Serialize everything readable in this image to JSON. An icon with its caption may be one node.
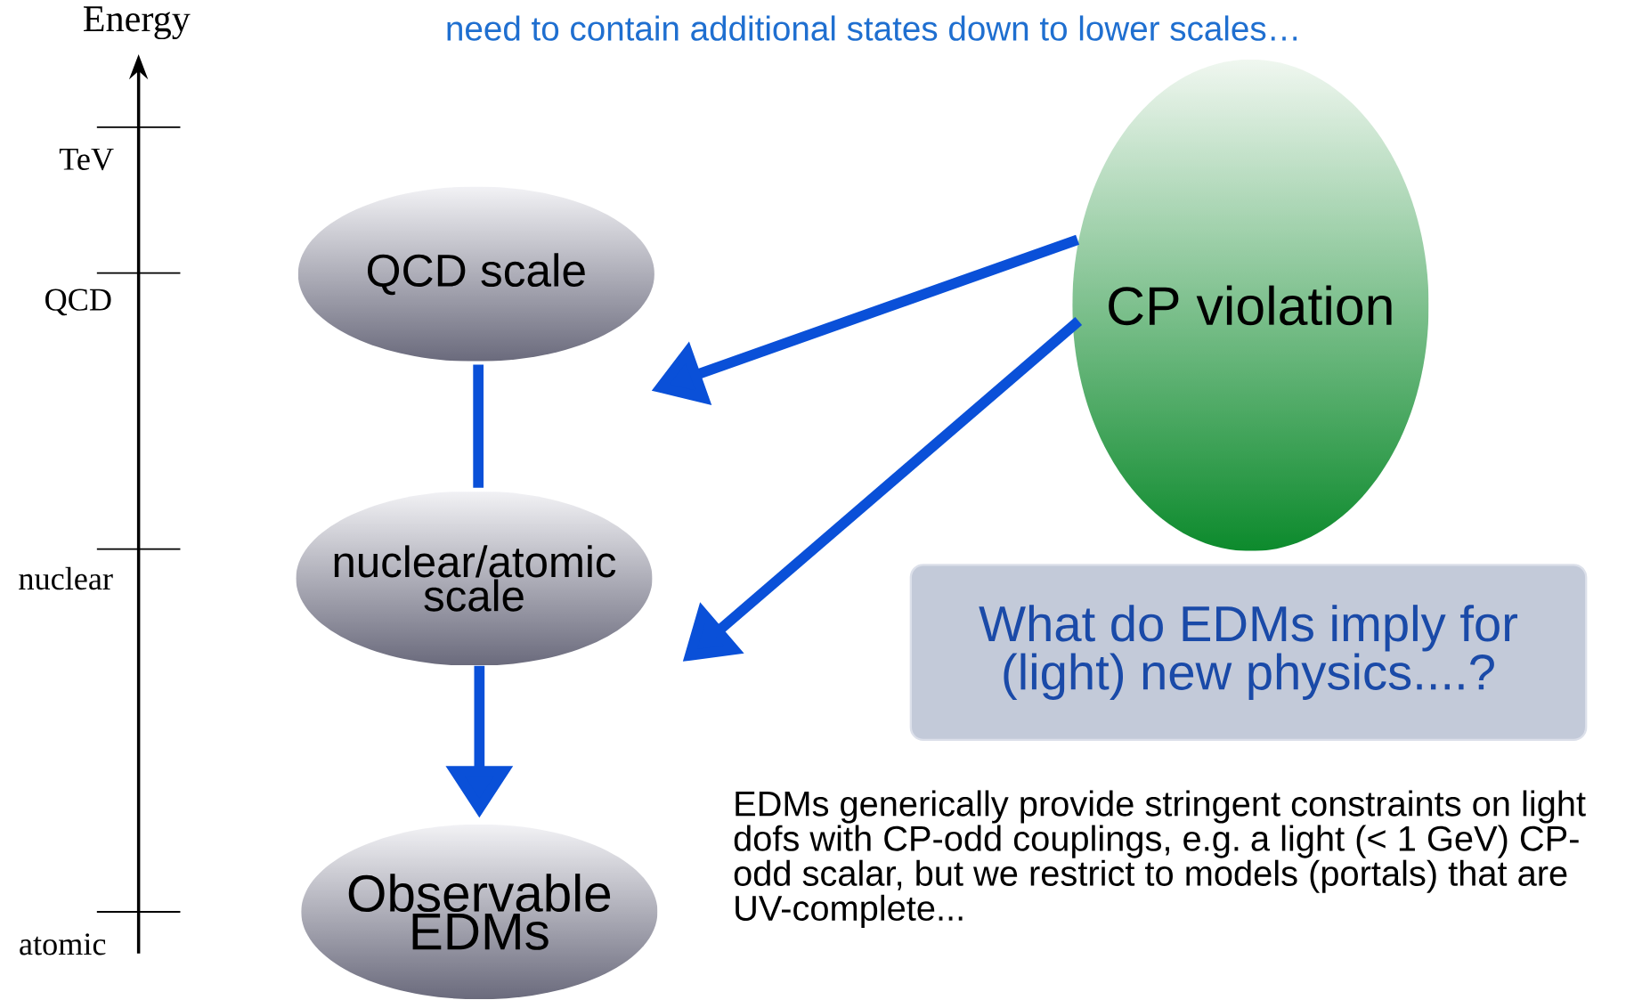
{
  "diagram": {
    "title": "need to contain additional states down to lower scales…",
    "nodes": [
      {
        "text": [
          "QCD scale"
        ]
      },
      {
        "text": [
          "nuclear/atomic scale"
        ]
      },
      {
        "text": [
          "Observable EDMs"
        ]
      },
      {
        "text": [
          "CP violation"
        ]
      },
      {
        "text": [
          "What do EDMs imply for (light) new physics....?"
        ]
      }
    ],
    "edges": [
      {
        "from": 3,
        "to": 0,
        "arrow": "to"
      },
      {
        "from": 3,
        "to": 1,
        "arrow": "to"
      },
      {
        "from": 0,
        "to": 1,
        "arrow": "none"
      },
      {
        "from": 1,
        "to": 2,
        "arrow": "to"
      }
    ],
    "labels": [
      "Energy",
      "TeV",
      "QCD",
      "nuclear",
      "atomic",
      "EDMs generically provide stringent constraints on light dofs with CP-odd couplings, e.g. a light (< 1 GeV) CP-odd scalar, but we restrict to models (portals) that are UV-complete..."
    ]
  }
}
